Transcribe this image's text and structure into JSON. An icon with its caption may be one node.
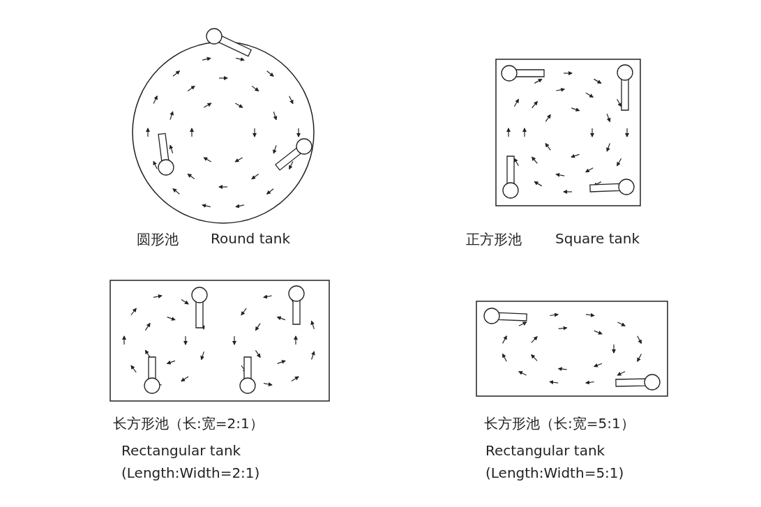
{
  "diagram": {
    "labels": [
      "圆形池",
      "Round tank",
      "正方形池",
      "Square tank",
      "长方形池（长:宽=2:1）",
      "Rectangular tank (Length:Width=2:1)",
      "长方形池（长:宽=5:1）",
      "Rectangular tank (Length:Width=5:1)"
    ]
  }
}
